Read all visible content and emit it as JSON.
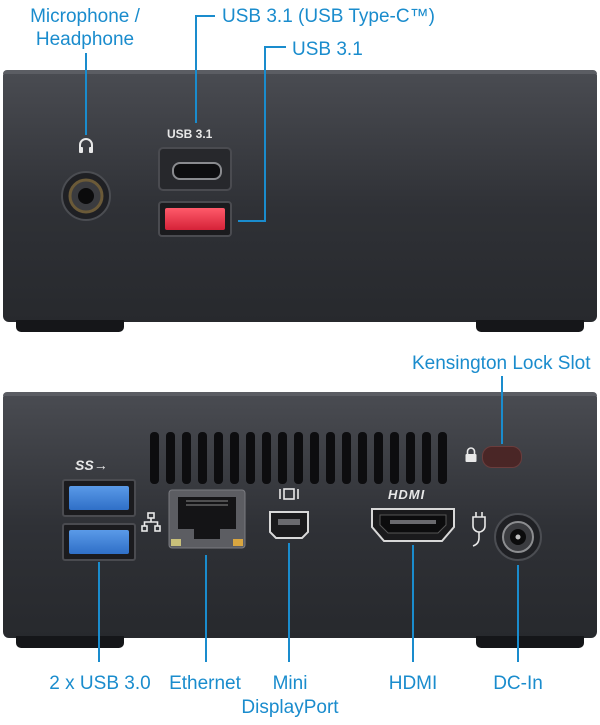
{
  "front": {
    "labels": {
      "microphone": "Microphone /",
      "headphone": "Headphone",
      "usb_type_c": "USB 3.1 (USB Type-C™)",
      "usb31": "USB 3.1"
    },
    "panel_text": "USB 3.1"
  },
  "rear": {
    "labels": {
      "kensington": "Kensington Lock Slot",
      "usb30": "2 x USB 3.0",
      "ethernet": "Ethernet",
      "mini": "Mini",
      "displayport": "DisplayPort",
      "hdmi": "HDMI",
      "dcin": "DC-In"
    },
    "ss_logo": "SS",
    "hdmi_logo": "HDMI"
  },
  "colors": {
    "accent": "#1a8ccd",
    "body": "#2f3136",
    "usb30_port": "#2f6fc7",
    "usb31_port": "#e0334a"
  }
}
